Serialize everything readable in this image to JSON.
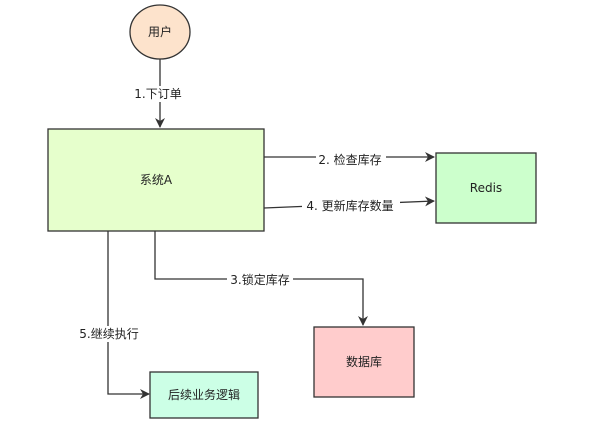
{
  "nodes": {
    "user": {
      "label": "用户",
      "fill": "#fde3cc",
      "stroke": "#333333"
    },
    "system_a": {
      "label": "系统A",
      "fill": "#e6ffcc",
      "stroke": "#333333"
    },
    "redis": {
      "label": "Redis",
      "fill": "#ccffcc",
      "stroke": "#333333"
    },
    "database": {
      "label": "数据库",
      "fill": "#ffcccc",
      "stroke": "#333333"
    },
    "followup": {
      "label": "后续业务逻辑",
      "fill": "#ccffe6",
      "stroke": "#333333"
    }
  },
  "edges": {
    "place_order": "1.下订单",
    "check_stock": "2. 检查库存",
    "lock_stock": "3.锁定库存",
    "update_stock": "4. 更新库存数量",
    "continue": "5.继续执行"
  },
  "colors": {
    "line": "#333333"
  }
}
